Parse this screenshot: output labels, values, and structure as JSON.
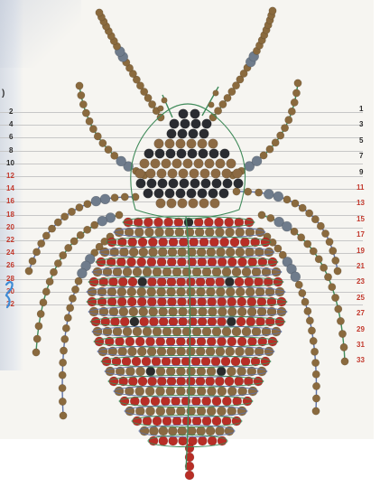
{
  "image": {
    "subject": "beaded-spider-pattern",
    "colors": {
      "leg_bead_brown": "#8a6a3e",
      "leg_bead_gray": "#6f7c8c",
      "head_bead_black": "#2a2c31",
      "head_bead_brown": "#8c6a43",
      "body_bead_red": "#b82e26",
      "body_bead_brown": "#8a6a42",
      "body_bead_black": "#2b2b2b",
      "thread_green": "#3f8a59",
      "thread_blue": "#5d71a6",
      "handwriting_blue": "#3d8bd6"
    }
  },
  "labels": {
    "left": [
      {
        "text": "2",
        "tone": "black"
      },
      {
        "text": "4",
        "tone": "black"
      },
      {
        "text": "6",
        "tone": "black"
      },
      {
        "text": "8",
        "tone": "black"
      },
      {
        "text": "10",
        "tone": "black"
      },
      {
        "text": "12",
        "tone": "red"
      },
      {
        "text": "14",
        "tone": "red"
      },
      {
        "text": "16",
        "tone": "red"
      },
      {
        "text": "18",
        "tone": "red"
      },
      {
        "text": "20",
        "tone": "red"
      },
      {
        "text": "22",
        "tone": "red"
      },
      {
        "text": "24",
        "tone": "red"
      },
      {
        "text": "26",
        "tone": "red"
      },
      {
        "text": "28",
        "tone": "red"
      },
      {
        "text": "30",
        "tone": "red"
      },
      {
        "text": "32",
        "tone": "red"
      }
    ],
    "right": [
      {
        "text": "1",
        "tone": "black"
      },
      {
        "text": "3",
        "tone": "black"
      },
      {
        "text": "5",
        "tone": "black"
      },
      {
        "text": "7",
        "tone": "black"
      },
      {
        "text": "9",
        "tone": "black"
      },
      {
        "text": "11",
        "tone": "red"
      },
      {
        "text": "13",
        "tone": "red"
      },
      {
        "text": "15",
        "tone": "red"
      },
      {
        "text": "17",
        "tone": "red"
      },
      {
        "text": "19",
        "tone": "red"
      },
      {
        "text": "21",
        "tone": "red"
      },
      {
        "text": "23",
        "tone": "red"
      },
      {
        "text": "25",
        "tone": "red"
      },
      {
        "text": "27",
        "tone": "red"
      },
      {
        "text": "29",
        "tone": "red"
      },
      {
        "text": "31",
        "tone": "red"
      },
      {
        "text": "33",
        "tone": "red"
      }
    ]
  }
}
